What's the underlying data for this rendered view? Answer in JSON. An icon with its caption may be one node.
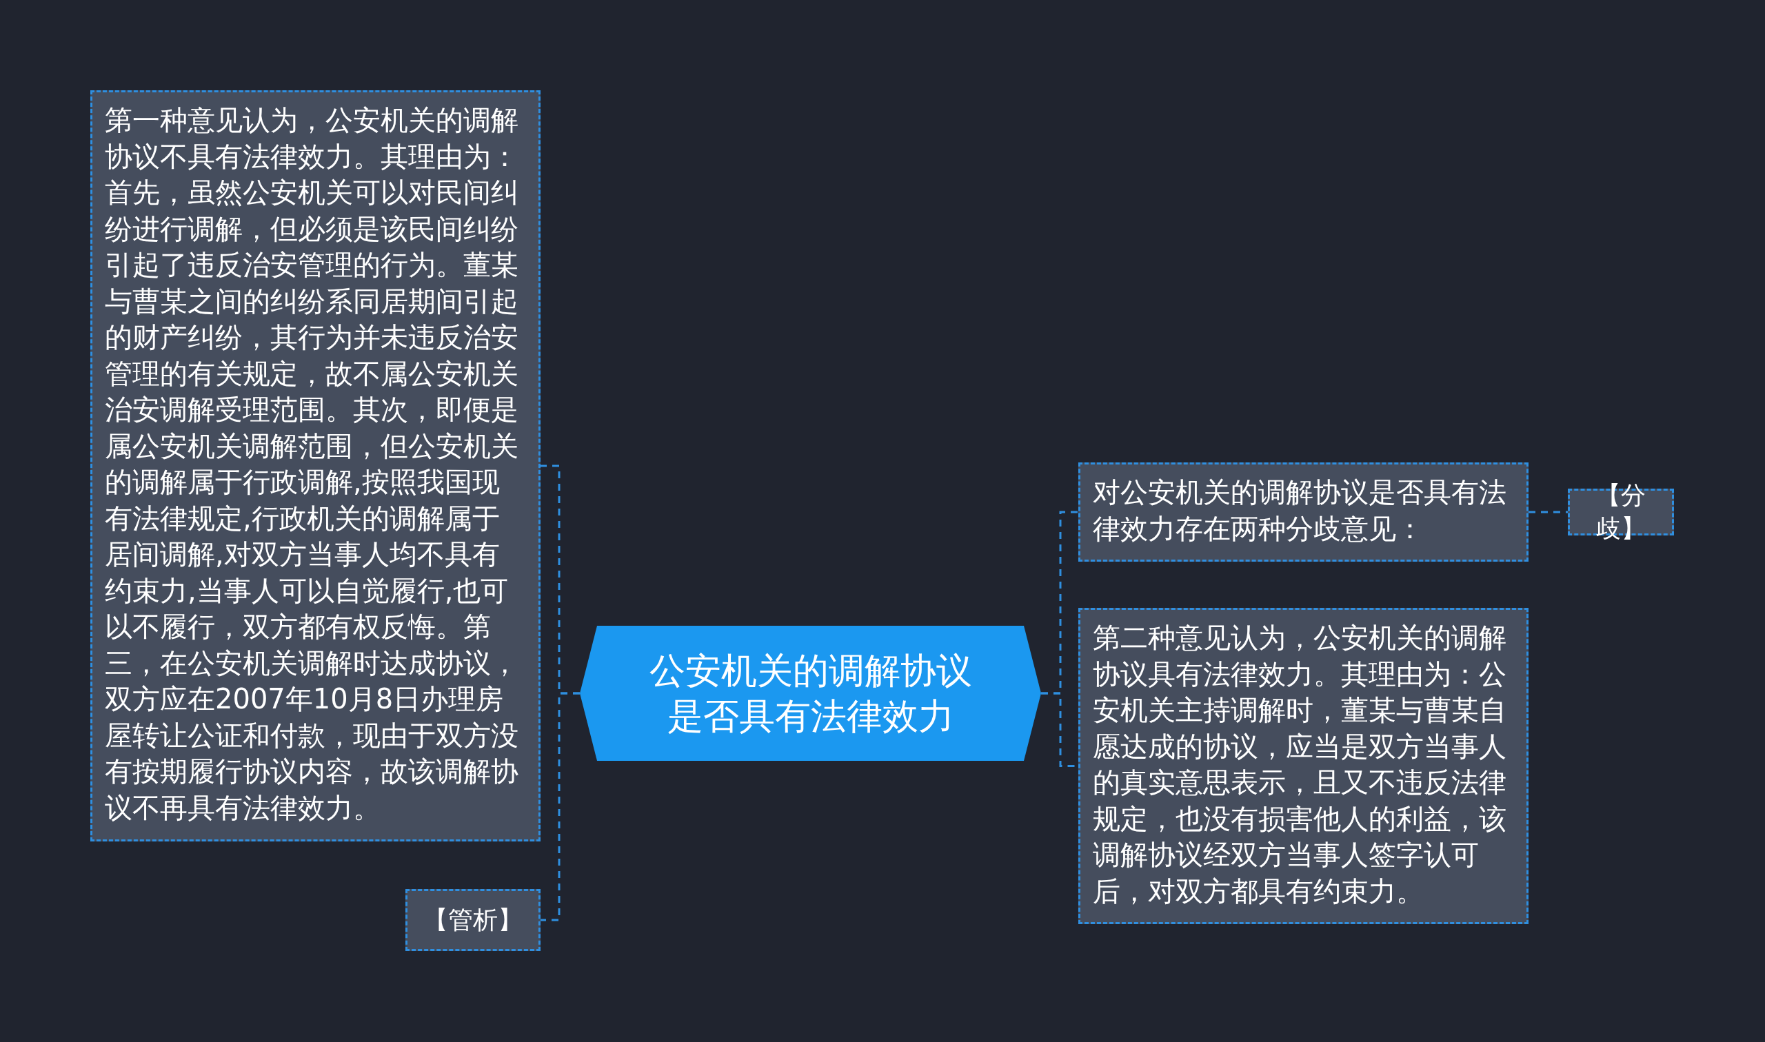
{
  "diagram": {
    "nodes": [
      {
        "text": [
          "公安机关的调解协议是否具有法律效力"
        ]
      },
      {
        "text": [
          "第一种意见认为，公安机关的调解协议不具有法律效力。其理由为：首先，虽然公安机关可以对民间纠纷进行调解，但必须是该民间纠纷引起了违反治安管理的行为。董某与曹某之间的纠纷系同居期间引起的财产纠纷，其行为并未违反治安管理的有关规定，故不属公安机关治安调解受理范围。其次，即便是属公安机关调解范围，但公安机关的调解属于行政调解,按照我国现有法律规定,行政机关的调解属于居间调解,对双方当事人均不具有约束力,当事人可以自觉履行,也可以不履行，双方都有权反悔。第三，在公安机关调解时达成协议，双方应在2007年10月8日办理房屋转让公证和付款，现由于双方没有按期履行协议内容，故该调解协议不再具有法律效力。"
        ]
      },
      {
        "text": [
          "【管析】"
        ]
      },
      {
        "text": [
          "对公安机关的调解协议是否具有法律效力存在两种分歧意见："
        ]
      },
      {
        "text": [
          "第二种意见认为，公安机关的调解协议具有法律效力。其理由为：公安机关主持调解时，董某与曹某自愿达成的协议，应当是双方当事人的真实意思表示，且又不违反法律规定，也没有损害他人的利益，该调解协议经双方当事人签字认可后，对双方都具有约束力。"
        ]
      },
      {
        "text": [
          "【分歧】"
        ]
      }
    ],
    "edges": [
      {
        "from": 0,
        "to": 1,
        "arrow": "none",
        "style": "dashed"
      },
      {
        "from": 0,
        "to": 2,
        "arrow": "none",
        "style": "dashed"
      },
      {
        "from": 0,
        "to": 3,
        "arrow": "none",
        "style": "dashed"
      },
      {
        "from": 0,
        "to": 4,
        "arrow": "none",
        "style": "dashed"
      },
      {
        "from": 3,
        "to": 5,
        "arrow": "none",
        "style": "dashed"
      }
    ]
  }
}
